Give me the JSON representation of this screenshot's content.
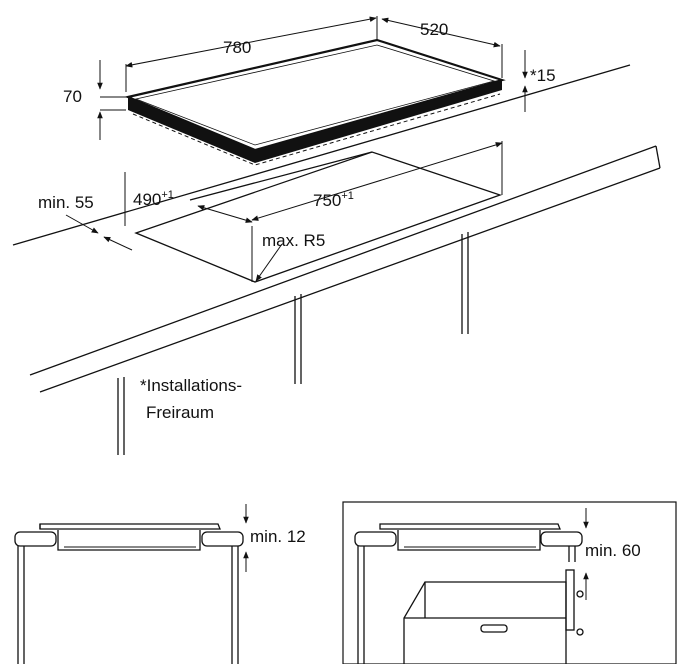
{
  "top_view": {
    "dim_width": "780",
    "dim_depth": "520",
    "dim_height": "70",
    "dim_clearance": "*15",
    "cutout_depth": "490",
    "cutout_depth_tol": "+1",
    "cutout_width": "750",
    "cutout_width_tol": "+1",
    "min_front_edge": "min. 55",
    "corner_radius": "max. R5",
    "note_line1": "*Installations-",
    "note_line2": "Freiraum"
  },
  "section_left": {
    "dim_label": "min. 12"
  },
  "section_right": {
    "dim_label": "min. 60"
  }
}
